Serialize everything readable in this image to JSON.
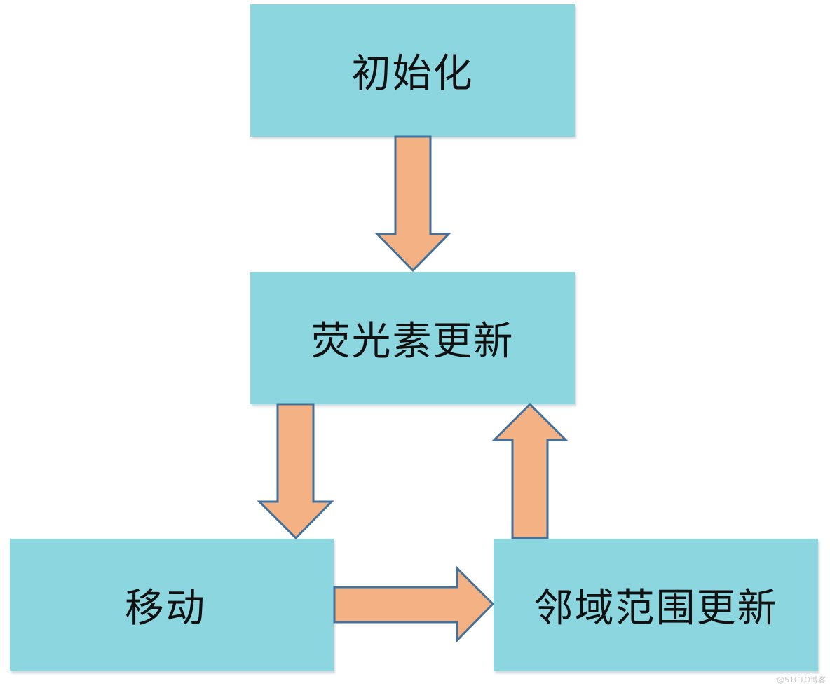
{
  "nodes": {
    "init": "初始化",
    "fluorescein_update": "荧光素更新",
    "move": "移动",
    "neighborhood_update": "邻域范围更新"
  },
  "edges": [
    {
      "from": "init",
      "to": "fluorescein_update"
    },
    {
      "from": "fluorescein_update",
      "to": "move"
    },
    {
      "from": "move",
      "to": "neighborhood_update"
    },
    {
      "from": "neighborhood_update",
      "to": "fluorescein_update"
    }
  ],
  "watermark": "@51CTO博客",
  "colors": {
    "node_fill": "#8cd6e0",
    "arrow_fill": "#f4b183",
    "arrow_stroke": "#41719c"
  }
}
